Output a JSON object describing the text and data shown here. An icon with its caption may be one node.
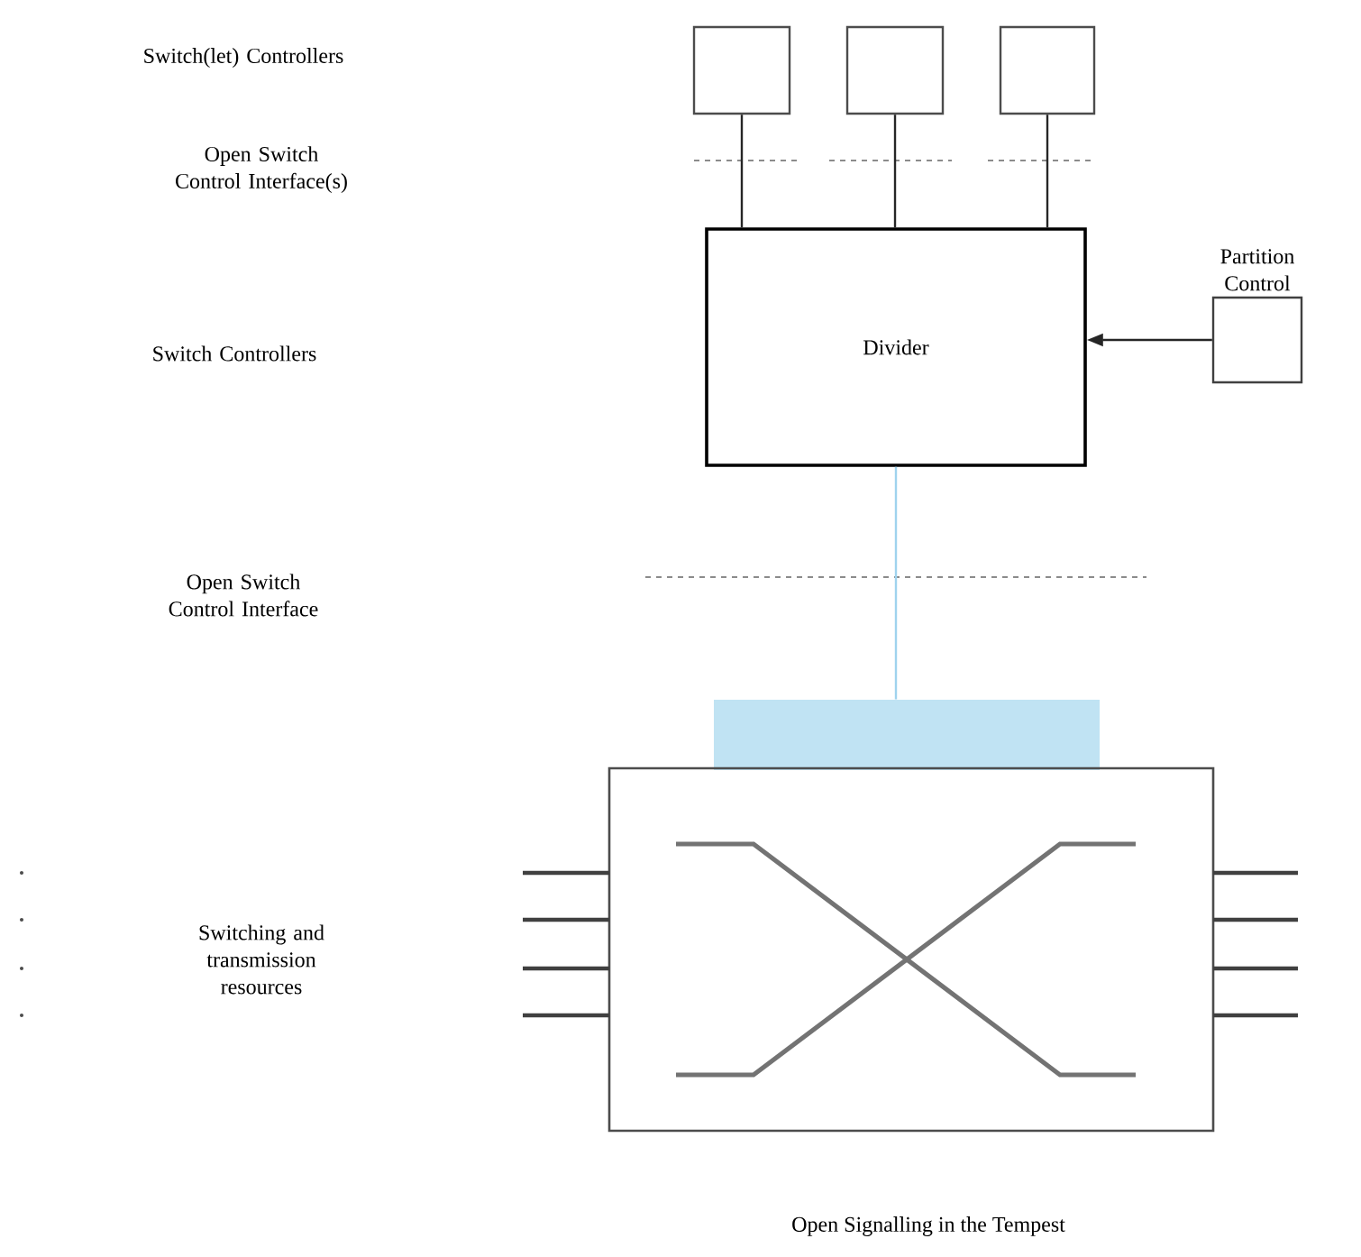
{
  "diagram": {
    "caption": "Open Signalling in the Tempest",
    "nodes": [
      {
        "text": [],
        "shape": "box"
      },
      {
        "text": [],
        "shape": "box"
      },
      {
        "text": [],
        "shape": "box"
      },
      {
        "text": [
          "Divider"
        ]
      },
      {
        "text": [
          "Partition Control"
        ]
      },
      {
        "text": [],
        "shape": "bar"
      },
      {
        "text": [],
        "shape": "box"
      }
    ],
    "edges": [
      {
        "from": 0,
        "to": 3,
        "arrow": "none"
      },
      {
        "from": 1,
        "to": 3,
        "arrow": "none"
      },
      {
        "from": 2,
        "to": 3,
        "arrow": "none"
      },
      {
        "from": 4,
        "to": 3,
        "arrow": "to"
      },
      {
        "from": 3,
        "to": 5,
        "arrow": "none",
        "color": "#9fd3ee"
      }
    ],
    "labels": [
      "Switch(let) Controllers",
      "Open Switch Control Interface(s)",
      "Switch Controllers",
      "Open Switch Control Interface",
      "Switching and transmission resources"
    ]
  }
}
